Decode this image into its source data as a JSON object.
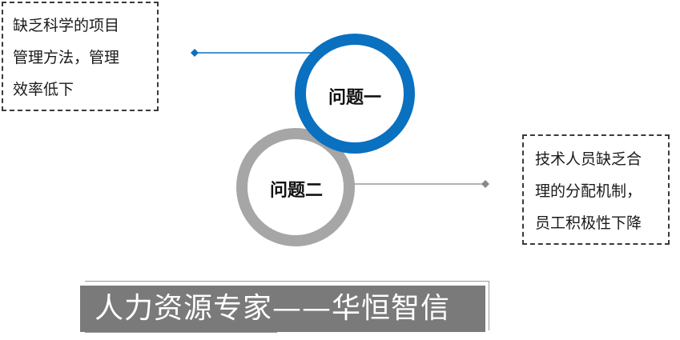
{
  "problem_one": {
    "label": "问题一",
    "color": "#0a70c0",
    "note_lines": [
      "缺乏科学的项目",
      "管理方法，管理",
      "效率低下"
    ]
  },
  "problem_two": {
    "label": "问题二",
    "color": "#a6a6a6",
    "note_lines": [
      "技术人员缺乏合",
      "理的分配机制，",
      "员工积极性下降"
    ]
  },
  "banner": {
    "text": "人力资源专家——华恒智信",
    "bar_color": "#7a7a7a"
  }
}
